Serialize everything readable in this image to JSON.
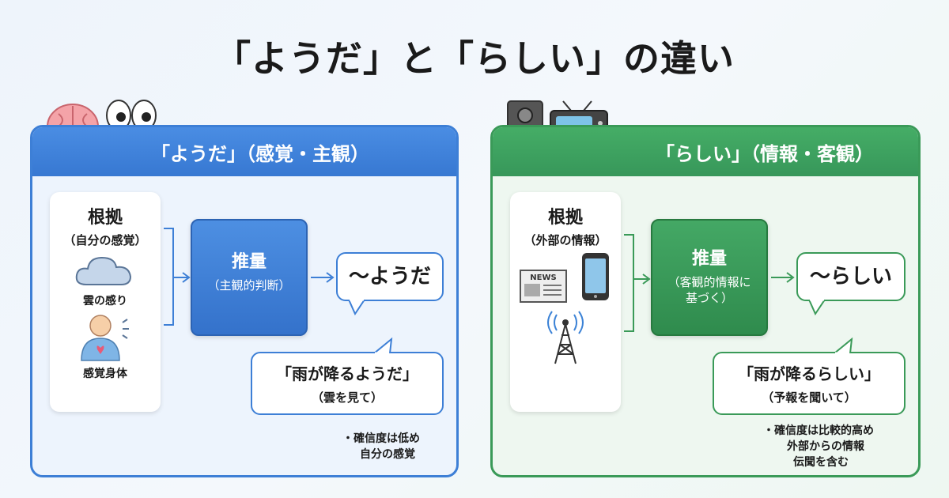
{
  "title": "「ようだ」と「らしい」の違い",
  "youda": {
    "header": "「ようだ」（感覚・主観）",
    "evidence": {
      "title": "根拠",
      "subtitle": "（自分の感覚）",
      "item1": "雲の感り",
      "item2": "感覚身体"
    },
    "inference": {
      "title": "推量",
      "subtitle": "（主観的判断）"
    },
    "result": "〜ようだ",
    "example": {
      "main": "「雨が降るようだ」",
      "sub": "（雲を見て）"
    },
    "note": [
      "・確信度は低め",
      "自分の感覚"
    ]
  },
  "rashii": {
    "header": "「らしい」（情報・客観）",
    "evidence": {
      "title": "根拠",
      "subtitle": "（外部の情報）",
      "news_label": "NEWS"
    },
    "inference": {
      "title": "推量",
      "subtitle_1": "（客観的情報に",
      "subtitle_2": "基づく）"
    },
    "result": "〜らしい",
    "example": {
      "main": "「雨が降るらしい」",
      "sub": "（予報を聞いて）"
    },
    "note": [
      "・確信度は比較的高め",
      "外部からの情報",
      "伝聞を含む"
    ]
  },
  "colors": {
    "blue": "#3d7fd6",
    "green": "#3a9a58"
  },
  "icons": [
    "brain-icon",
    "eyes-icon",
    "speaker-icon",
    "tv-icon",
    "cloud-icon",
    "person-icon",
    "newspaper-icon",
    "smartphone-icon",
    "antenna-icon"
  ]
}
